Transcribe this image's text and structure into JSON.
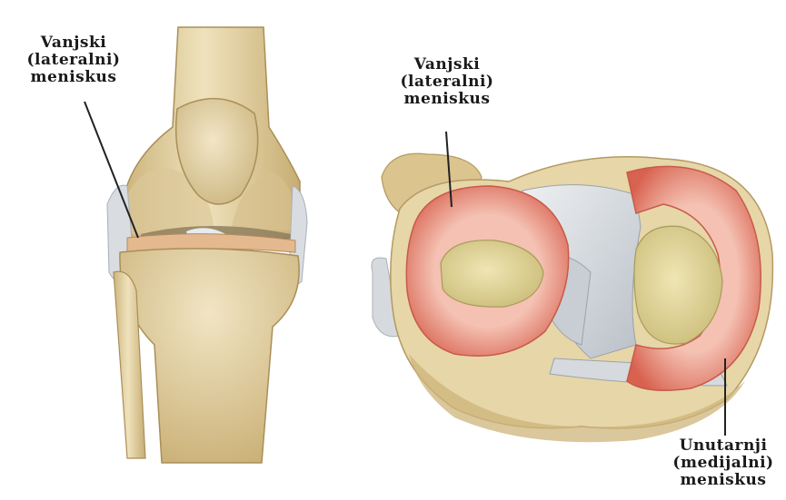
{
  "labels": {
    "left_lateral": {
      "line1": "Vanjski",
      "line2": "(lateralni)",
      "line3": "meniskus"
    },
    "right_lateral": {
      "line1": "Vanjski",
      "line2": "(lateralni)",
      "line3": "meniskus"
    },
    "medial": {
      "line1": "Unutarnji",
      "line2": "(medijalni)",
      "line3": "meniskus"
    }
  },
  "colors": {
    "bone": "#e8d9ae",
    "bone_shadow": "#c9b27c",
    "meniscus": "#e58a7a",
    "meniscus_light": "#f3b8a8",
    "ligament": "#d6dbe0",
    "cartilage": "#e5dca0",
    "leader_line": "#222222"
  }
}
